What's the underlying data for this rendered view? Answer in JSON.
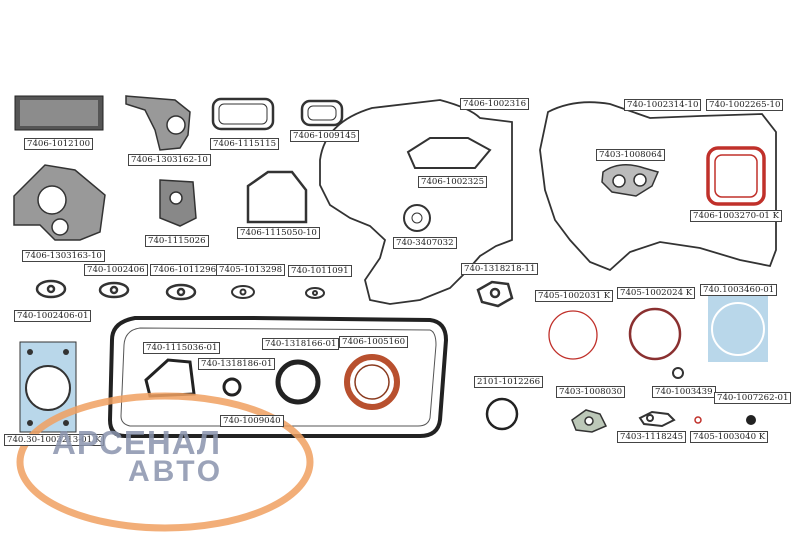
{
  "parts": [
    {
      "id": "7406-1012100",
      "label": "7406-1012100"
    },
    {
      "id": "7406-1303162-10",
      "label": "7406-1303162-10"
    },
    {
      "id": "7406-1115115",
      "label": "7406-1115115"
    },
    {
      "id": "7406-1009145",
      "label": "7406-1009145"
    },
    {
      "id": "7406-1002316",
      "label": "7406-1002316"
    },
    {
      "id": "740-1002314-10",
      "label": "740-1002314-10"
    },
    {
      "id": "740-1002265-10",
      "label": "740-1002265-10"
    },
    {
      "id": "7403-1008064",
      "label": "7403-1008064"
    },
    {
      "id": "7406-1002325",
      "label": "7406-1002325"
    },
    {
      "id": "7406-1303163-10",
      "label": "7406-1303163-10"
    },
    {
      "id": "740-1115026",
      "label": "740-1115026"
    },
    {
      "id": "7406-1115050-10",
      "label": "7406-1115050-10"
    },
    {
      "id": "740-3407032",
      "label": "740-3407032"
    },
    {
      "id": "7406-1003270-01-K",
      "label": "7406-1003270-01 K"
    },
    {
      "id": "740-1002406",
      "label": "740-1002406"
    },
    {
      "id": "7406-1011296",
      "label": "7406-1011296"
    },
    {
      "id": "7405-1013298",
      "label": "7405-1013298"
    },
    {
      "id": "740-1011091",
      "label": "740-1011091"
    },
    {
      "id": "740-1318218-11",
      "label": "740-1318218-11"
    },
    {
      "id": "740-1002406-01",
      "label": "740-1002406-01"
    },
    {
      "id": "7405-1002031-K",
      "label": "7405-1002031 K"
    },
    {
      "id": "7405-1002024-K",
      "label": "7405-1002024 K"
    },
    {
      "id": "740.1003460-01",
      "label": "740.1003460-01"
    },
    {
      "id": "740-1115036-01",
      "label": "740-1115036-01"
    },
    {
      "id": "740-1318166-01",
      "label": "740-1318166-01"
    },
    {
      "id": "7406-1005160",
      "label": "7406-1005160"
    },
    {
      "id": "740-1318186-01",
      "label": "740-1318186-01"
    },
    {
      "id": "2101-1012266",
      "label": "2101-1012266"
    },
    {
      "id": "7403-1008030",
      "label": "7403-1008030"
    },
    {
      "id": "740-1003439",
      "label": "740-1003439"
    },
    {
      "id": "740-1007262-01",
      "label": "740-1007262-01"
    },
    {
      "id": "740-1009040",
      "label": "740-1009040"
    },
    {
      "id": "740.30-1003213-01-K",
      "label": "740.30-1003213-01 K"
    },
    {
      "id": "7403-1118245",
      "label": "7403-1118245"
    },
    {
      "id": "7405-1003040-K",
      "label": "7405-1003040 K"
    }
  ],
  "watermark": {
    "word": "АРСЕНАЛ",
    "sub": "АВТО"
  },
  "colors": {
    "line": "#2a2a2a",
    "red_gasket": "#c0302a",
    "copper": "#b8502e",
    "blue_gasket": "#b9d7ea",
    "logo": "#8a94ad",
    "logo_ring": "#f0a060"
  }
}
